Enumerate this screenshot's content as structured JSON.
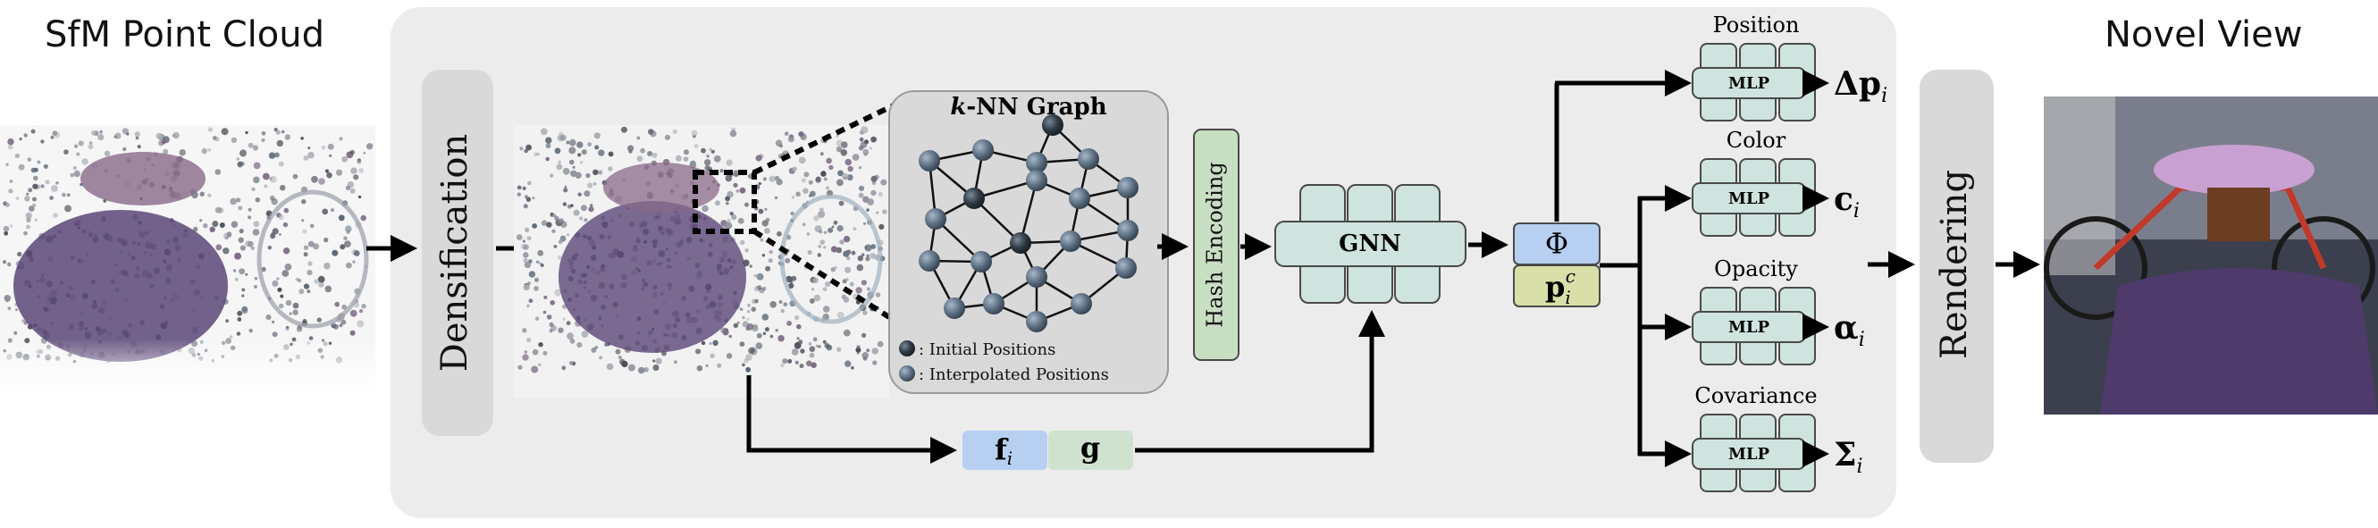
{
  "titles": {
    "input": "SfM Point Cloud",
    "output": "Novel View"
  },
  "blocks": {
    "densification": "Densification",
    "hash_encoding": "Hash Encoding",
    "gnn": "GNN",
    "rendering": "Rendering"
  },
  "knn": {
    "title": "-NN Graph",
    "title_k": "k",
    "legend_initial": ": Initial Positions",
    "legend_interpolated": ": Interpolated Positions"
  },
  "features": {
    "f_sym": "f",
    "f_sub": "i",
    "g_sym": "g",
    "phi": "Φ",
    "p_sym": "p",
    "p_sub": "i",
    "p_sup": "c"
  },
  "heads": [
    {
      "label": "Position",
      "mlp": "MLP",
      "out_sym": "Δp",
      "out_sub": "i"
    },
    {
      "label": "Color",
      "mlp": "MLP",
      "out_sym": "c",
      "out_sub": "i"
    },
    {
      "label": "Opacity",
      "mlp": "MLP",
      "out_sym": "α",
      "out_sub": "i"
    },
    {
      "label": "Covariance",
      "mlp": "MLP",
      "out_sym": "Σ",
      "out_sub": "i"
    }
  ],
  "colors": {
    "panel": "#ececec",
    "block": "#d9d9d9",
    "mlp": "#cfe3df",
    "hash": "#c9dfc3",
    "f_feature": "#b7d0f2",
    "g_feature": "#cfe2cf",
    "phi": "#b7d0f2",
    "p_feature": "#d9dfa8",
    "node": "#5a6b7e",
    "tablecloth": "#5b4677"
  }
}
